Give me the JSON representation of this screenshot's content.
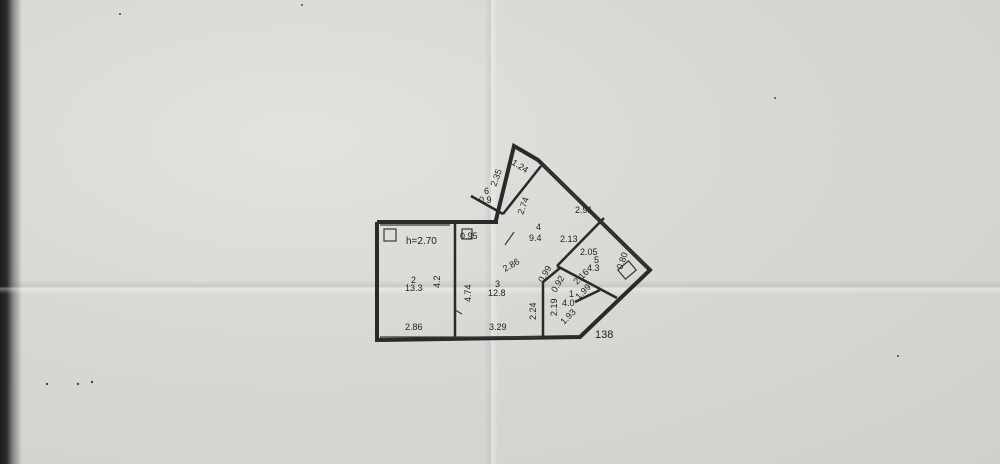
{
  "plan": {
    "ceiling_height": "h=2.70",
    "total_label": "138",
    "rooms": {
      "r1": {
        "number": "1",
        "area": "4.0"
      },
      "r2": {
        "number": "2",
        "area": "13.3"
      },
      "r3": {
        "number": "3",
        "area": "12.8"
      },
      "r4": {
        "number": "4",
        "area": "9.4"
      },
      "r5": {
        "number": "5",
        "area": "4.3"
      },
      "r6": {
        "number": "6",
        "area": "0.9"
      }
    },
    "dims": {
      "d_1_24": "1.24",
      "d_2_35": "2.35",
      "d_2_74": "2.74",
      "d_2_91": "2.91",
      "d_2_13": "2.13",
      "d_2_86a": "2.86",
      "d_0_95": "0.95",
      "d_4_2": "4.2",
      "d_4_74": "4.74",
      "d_2_86b": "2.86",
      "d_3_29": "3.29",
      "d_2_24": "2.24",
      "d_2_19": "2.19",
      "d_0_99": "0.99",
      "d_0_92": "0.92",
      "d_1_99": "1.99",
      "d_1_93": "1.93",
      "d_2_05": "2.05",
      "d_0_80": "0.80",
      "d_2_16": "2.16"
    }
  }
}
